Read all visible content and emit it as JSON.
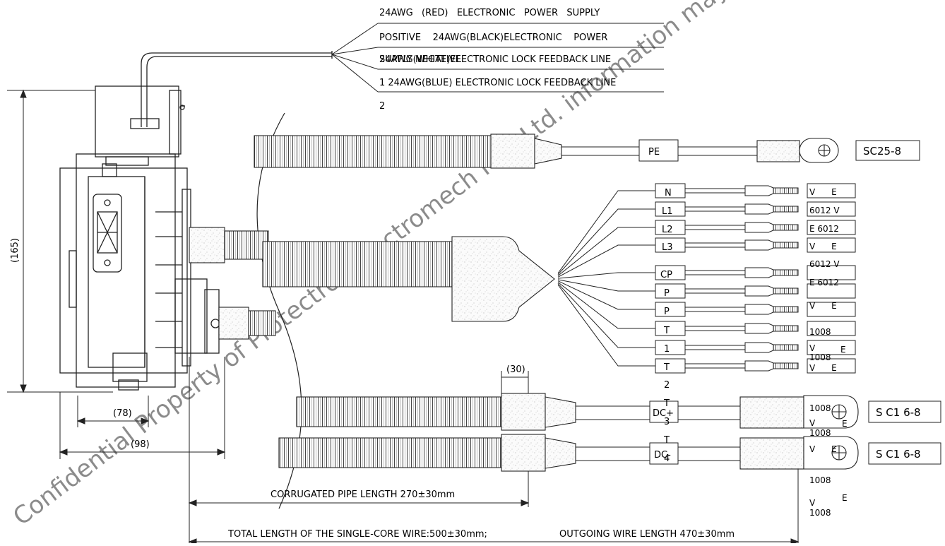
{
  "watermark": "Confidential Property of Protectron Electromech Pvt. Ltd. information may have legal",
  "dimensions": {
    "height": "(165)",
    "width_78": "(78)",
    "width_98": "(98)",
    "sleeve_30": "(30)"
  },
  "signal_wires": [
    "24AWG   (RED)   ELECTRONIC   POWER   SUPPLY",
    "POSITIVE    24AWG(BLACK)ELECTRONIC    POWER",
    "SUPPLY NEGATIVE",
    "24AWG(WHITE)ELECTRONIC LOCK FEEDBACK LINE",
    "1 24AWG(BLUE) ELECTRONIC LOCK FEEDBACK LINE",
    "2"
  ],
  "pe": {
    "label": "PE",
    "terminal": "SC25-8"
  },
  "ac_labels": [
    "N",
    "L1",
    "L2",
    "L3",
    "CP",
    "P",
    "P",
    "T",
    "1",
    "T",
    "2",
    "T",
    "3",
    "T",
    "4"
  ],
  "ac_spec_labels": [
    "V      E",
    "6012 V",
    "E 6012",
    "V      E",
    "6012 V",
    "E 6012",
    "V      E",
    "1008",
    "V",
    "1008",
    "E",
    "V      E",
    "1008",
    "V",
    "1008",
    "E",
    "V      E",
    "1008",
    "V",
    "1008",
    "E"
  ],
  "dc_plus": {
    "label": "DC+",
    "terminal": "S C1 6-8"
  },
  "dc_minus": {
    "label": "DC-",
    "terminal": "S C1 6-8"
  },
  "lengths": {
    "corrugated": "CORRUGATED PIPE LENGTH 270±30mm",
    "single_core": "TOTAL LENGTH OF THE SINGLE-CORE WIRE:500±30mm;",
    "outgoing": "OUTGOING WIRE LENGTH 470±30mm"
  }
}
